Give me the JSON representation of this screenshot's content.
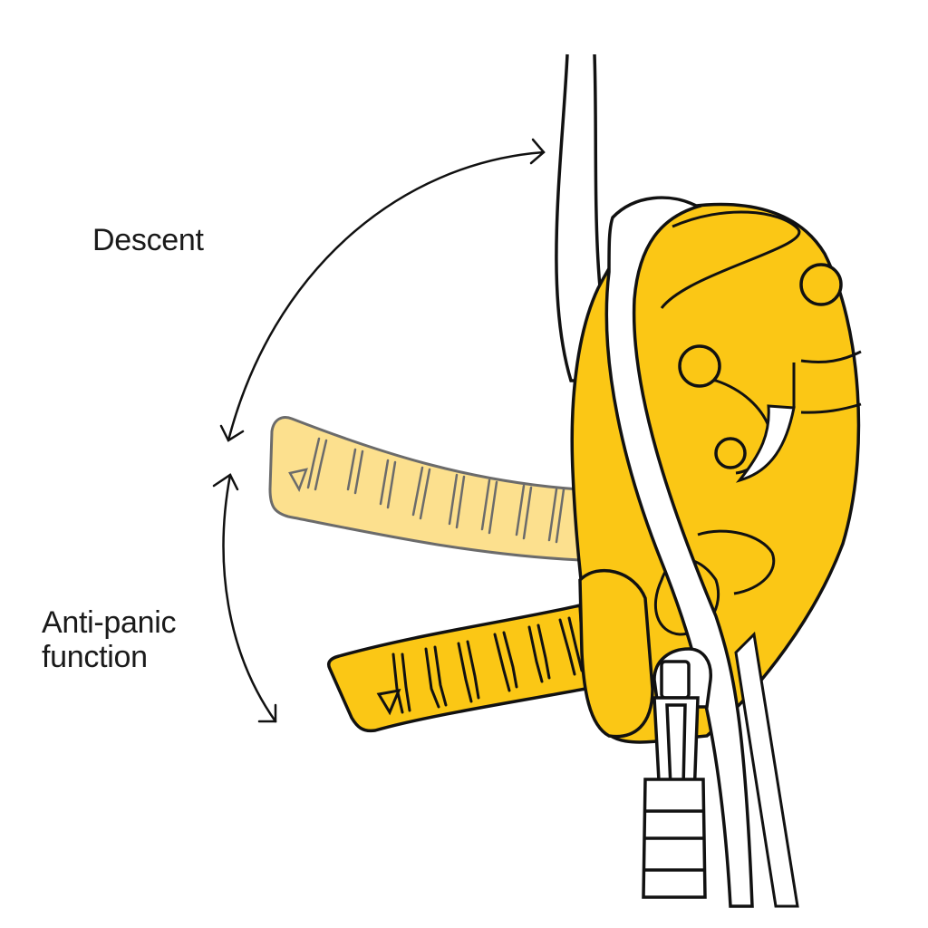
{
  "diagram": {
    "labels": {
      "descent": "Descent",
      "anti_panic_line1": "Anti-panic",
      "anti_panic_line2": "function"
    },
    "colors": {
      "device_yellow": "#FBC715",
      "handle_ghost": "#FCE08E",
      "ghost_stroke": "#6b6b6b",
      "stroke": "#111111",
      "rope": "#ffffff"
    },
    "icons": {
      "descent_arrow": "double-arc-arrow",
      "anti_panic_arrow": "double-arc-arrow"
    }
  }
}
